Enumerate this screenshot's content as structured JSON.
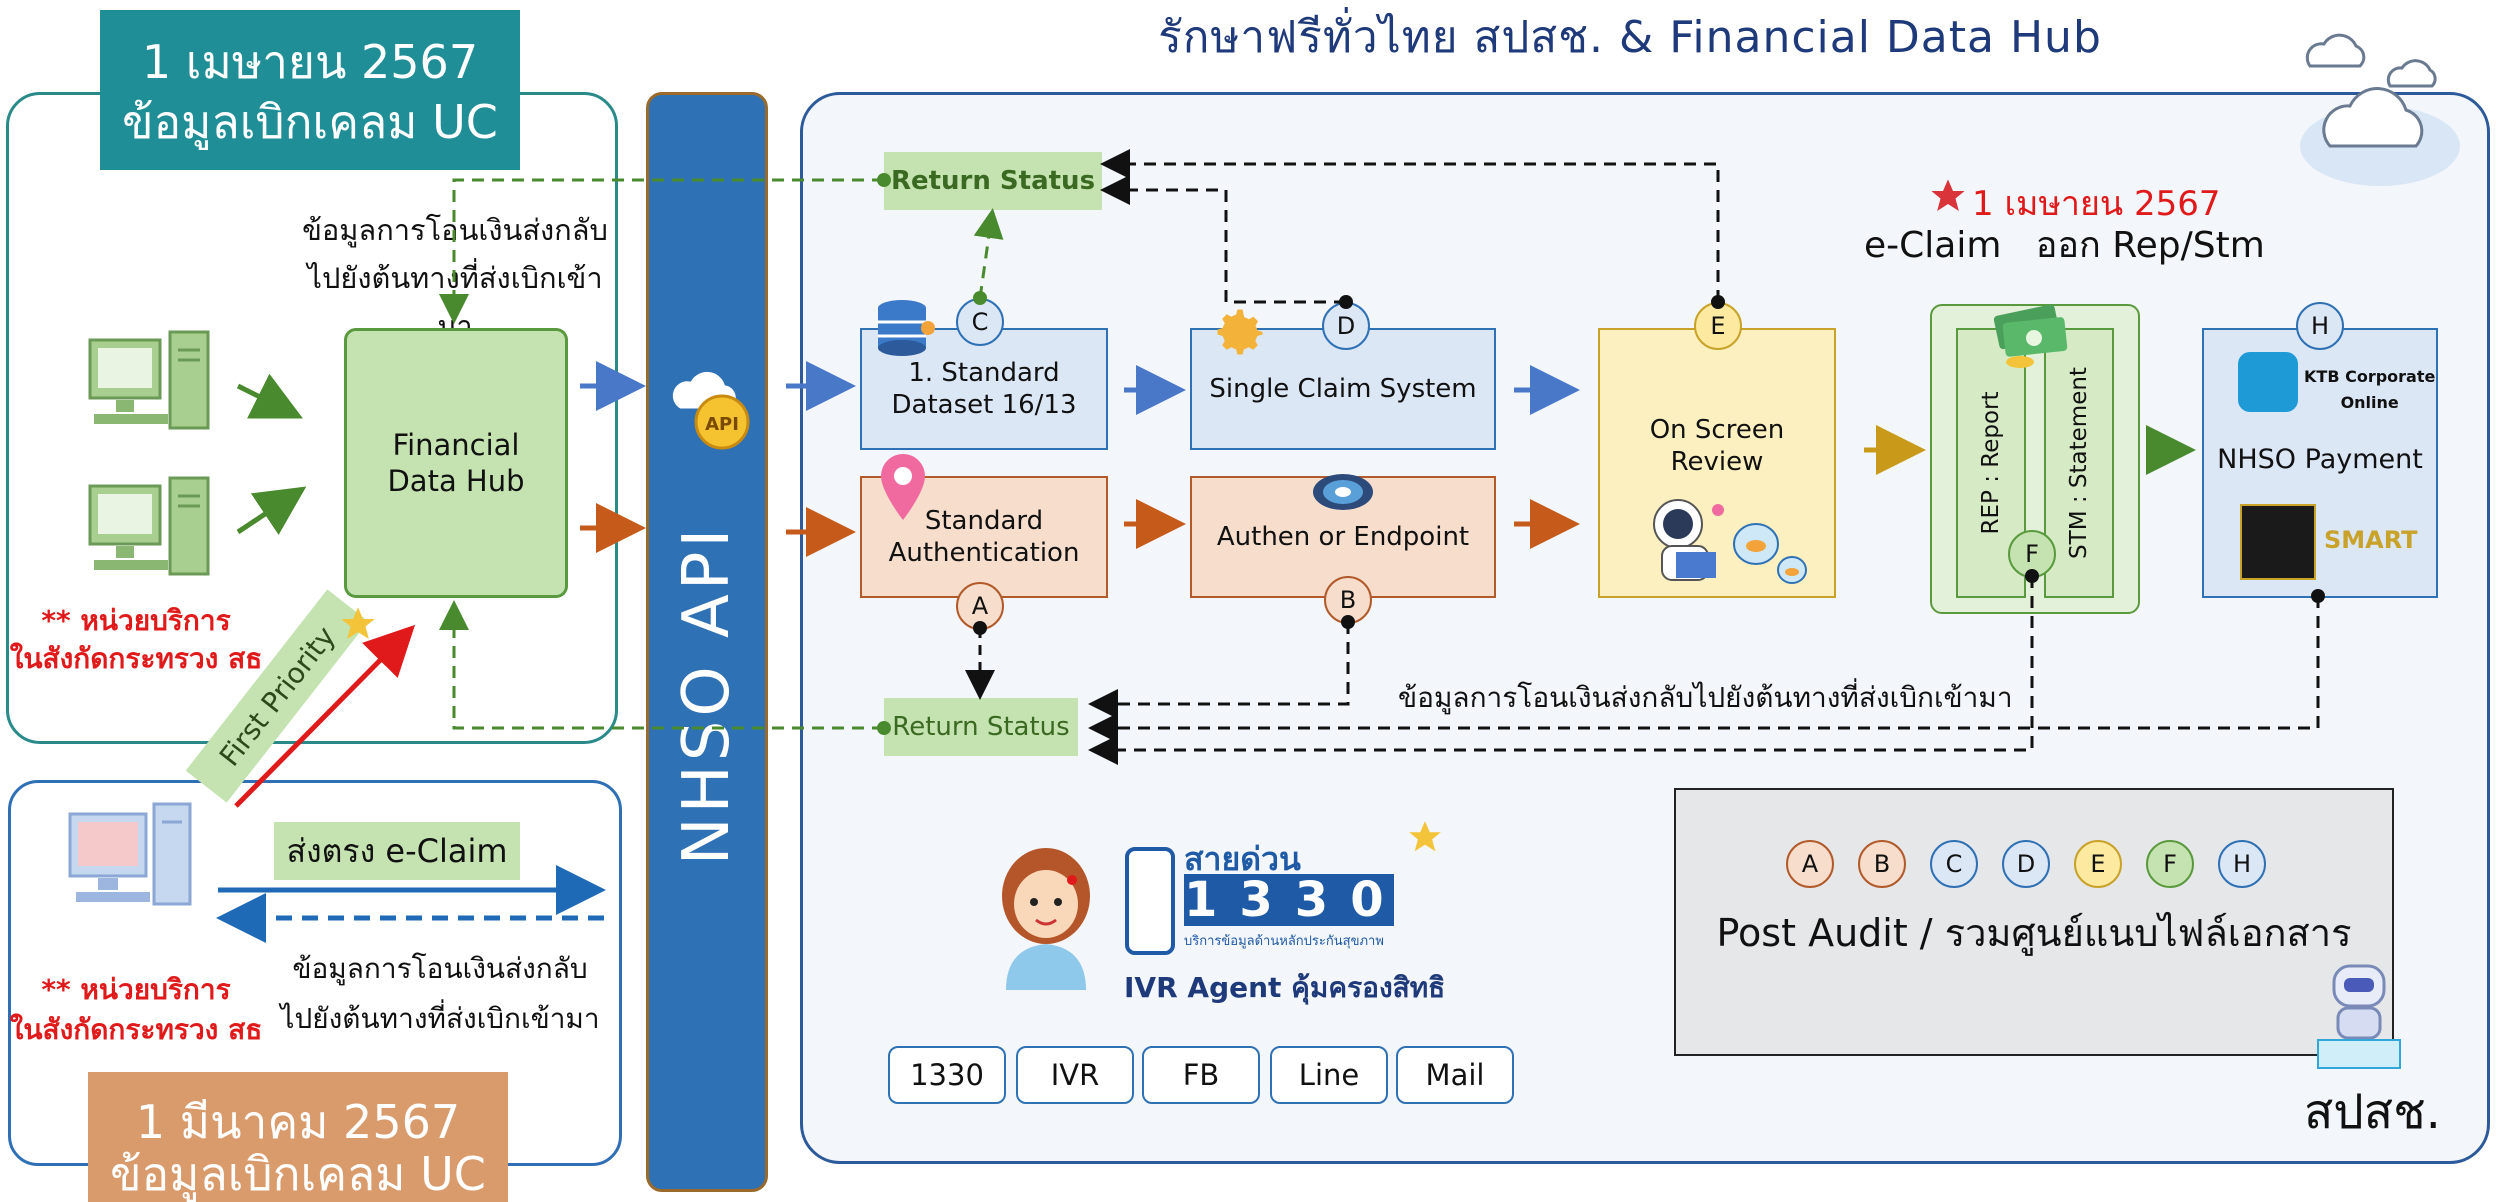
{
  "title": "รักษาฟรีทั่วไทย สปสช. & Financial Data Hub",
  "ribbon_top": {
    "line1": "1 เมษายน 2567",
    "line2": "ข้อมูลเบิกเคลม UC"
  },
  "ribbon_bottom": {
    "line1": "1 มีนาคม 2567",
    "line2": "ข้อมูลเบิกเคลม UC"
  },
  "transfer_note_top": {
    "line1": "ข้อมูลการโอนเงินส่งกลับ",
    "line2": "ไปยังต้นทางที่ส่งเบิกเข้ามา"
  },
  "transfer_note_bottom": {
    "line1": "ข้อมูลการโอนเงินส่งกลับ",
    "line2": "ไปยังต้นทางที่ส่งเบิกเข้ามา"
  },
  "transfer_note_main": "ข้อมูลการโอนเงินส่งกลับไปยังต้นทางที่ส่งเบิกเข้ามา",
  "unit_note_top": {
    "line1": "** หน่วยบริการ",
    "line2": "ในสังกัดกระทรวง สธ"
  },
  "unit_note_bottom": {
    "line1": "** หน่วยบริการ",
    "line2": "ในสังกัดกระทรวง สธ"
  },
  "financial_data_hub": {
    "line1": "Financial",
    "line2": "Data Hub"
  },
  "first_priority": "First Priority",
  "direct_eclaim": "ส่งตรง e-Claim",
  "nhso_api": "NHSO API",
  "return_status_top": "Return Status",
  "return_status_bottom": "Return Status",
  "boxes": {
    "standard_dataset": {
      "line1": "1. Standard",
      "line2": "Dataset 16/13"
    },
    "single_claim": "Single Claim System",
    "standard_auth": {
      "line1": "Standard",
      "line2": "Authentication"
    },
    "authen_endpoint": "Authen or Endpoint",
    "on_screen": {
      "line1": "On Screen",
      "line2": "Review"
    },
    "rep": "REP : Report",
    "stm": "STM : Statement",
    "nhso_payment": "NHSO Payment",
    "ktb": {
      "line1": "KTB Corporate",
      "line2": "Online"
    },
    "smart": "SMART"
  },
  "circles": {
    "a": "A",
    "b": "B",
    "c": "C",
    "d": "D",
    "e": "E",
    "f": "F",
    "h": "H"
  },
  "eclaim_date": "1 เมษายน 2567",
  "eclaim_label": "e-Claim   ออก Rep/Stm",
  "hotline": {
    "line1": "สายด่วน สปสช.",
    "number": "1330",
    "tagline": "บริการข้อมูลด้านหลักประกันสุขภาพ"
  },
  "ivr_agent": "IVR Agent คุ้มครองสิทธิ",
  "channels": [
    "1330",
    "IVR",
    "FB",
    "Line",
    "Mail"
  ],
  "post_audit": {
    "circles": [
      "A",
      "B",
      "C",
      "D",
      "E",
      "F",
      "H"
    ],
    "text": "Post Audit / รวมศูนย์แนบไฟล์เอกสาร"
  },
  "org": "สปสช.",
  "colors": {
    "teal": "#1f8e96",
    "blue": "#2f71b5",
    "green": "#5a9a3e",
    "orange": "#b25a2a",
    "gold": "#c9a22a",
    "red": "#e01a1a"
  }
}
